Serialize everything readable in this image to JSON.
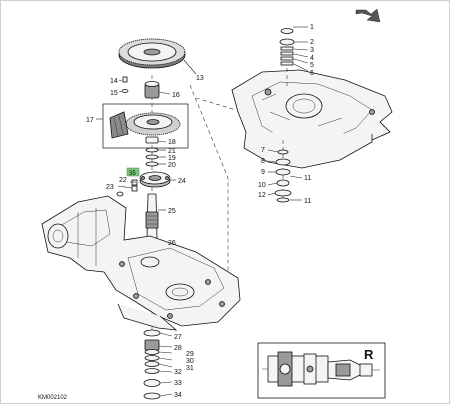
{
  "callouts": {
    "c1": "1",
    "c2": "2",
    "c3": "3",
    "c4": "4",
    "c5": "5",
    "c6": "6",
    "c7": "7",
    "c8": "8",
    "c9": "9",
    "c10": "10",
    "c11a": "11",
    "c11b": "11",
    "c12": "12",
    "c13": "13",
    "c14": "14",
    "c15": "15",
    "c16": "16",
    "c17": "17",
    "c18": "18",
    "c19": "19",
    "c20": "20",
    "c21": "21",
    "c22": "22",
    "c23": "23",
    "c24": "24",
    "c25": "25",
    "c26": "26",
    "c27": "27",
    "c28": "28",
    "c29": "29",
    "c30": "30",
    "c31": "31",
    "c32": "32",
    "c33": "33",
    "c34": "34",
    "c35": "35"
  },
  "view_label": "R",
  "figure_code": "KM002102",
  "colors": {
    "highlight": "#3a8f3a",
    "line": "#222222"
  },
  "icons": {
    "direction": "arrow-down-right-icon"
  }
}
